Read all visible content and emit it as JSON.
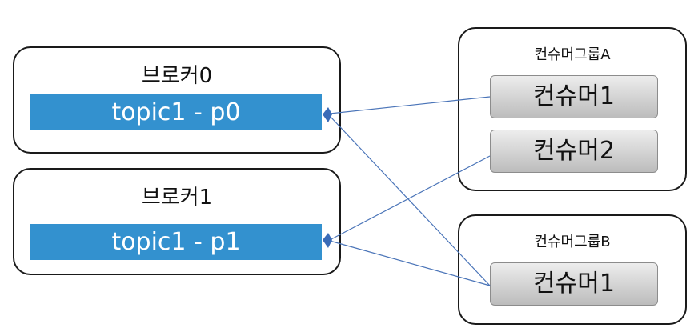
{
  "brokers": [
    {
      "title": "브로커0",
      "topic": "topic1 - p0"
    },
    {
      "title": "브로커1",
      "topic": "topic1 - p1"
    }
  ],
  "groups": [
    {
      "title": "컨슈머그룹A",
      "consumers": [
        "컨슈머1",
        "컨슈머2"
      ]
    },
    {
      "title": "컨슈머그룹B",
      "consumers": [
        "컨슈머1"
      ]
    }
  ],
  "colors": {
    "topic_fill": "#3391cf",
    "connector": "#4a74b8"
  }
}
